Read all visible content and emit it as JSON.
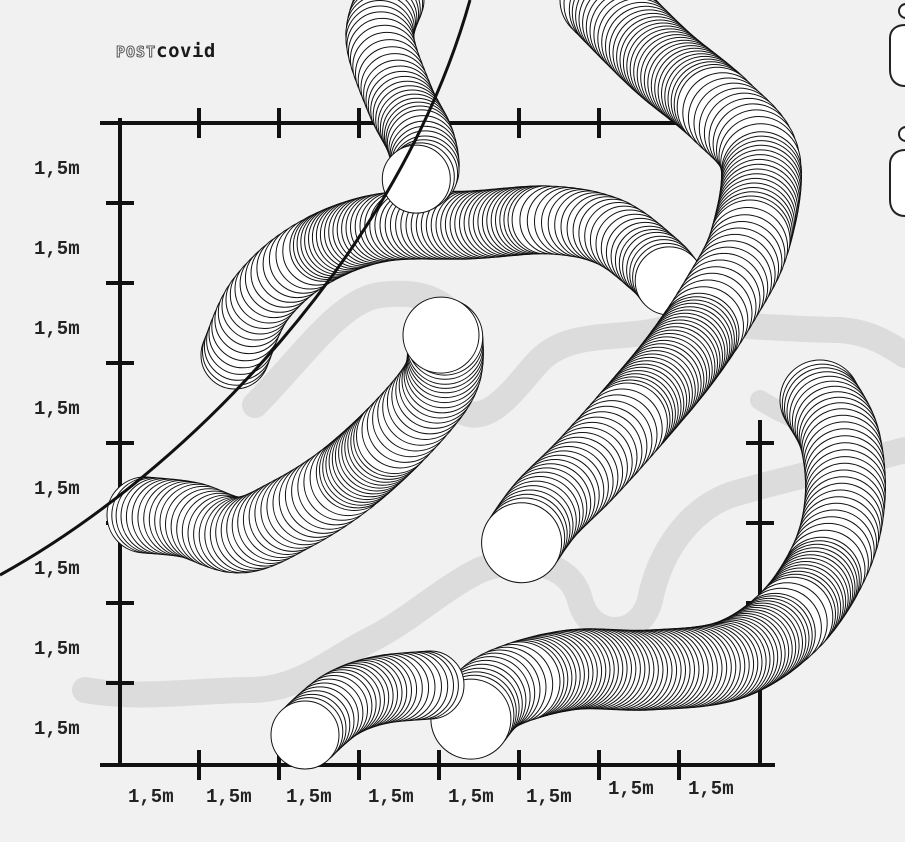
{
  "brand": {
    "prefix": "POST",
    "word": "covid"
  },
  "grid": {
    "unit_label": "1,5m",
    "y_labels": [
      "1,5m",
      "1,5m",
      "1,5m",
      "1,5m",
      "1,5m",
      "1,5m",
      "1,5m",
      "1,5m"
    ],
    "x_labels": [
      "1,5m",
      "1,5m",
      "1,5m",
      "1,5m",
      "1,5m",
      "1,5m",
      "1,5m",
      "1,5m"
    ]
  },
  "colors": {
    "background": "#f1f1f1",
    "ink": "#1a1a1a",
    "trail": "#dcdcdc",
    "worm_fill": "#ffffff"
  }
}
